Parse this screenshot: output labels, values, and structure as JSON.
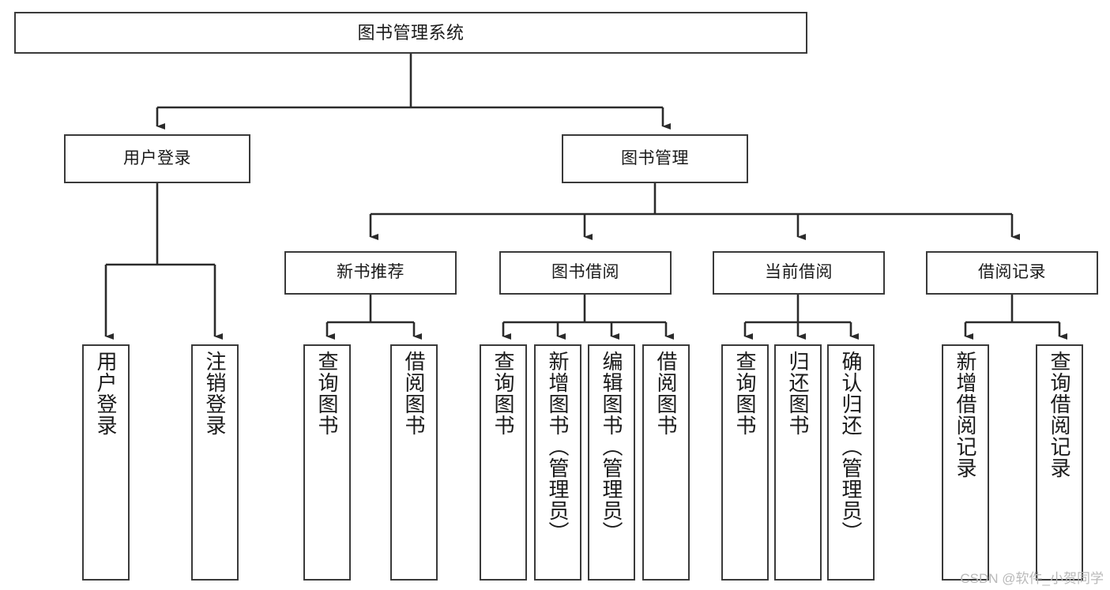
{
  "diagram": {
    "type": "tree-hierarchy-chart",
    "title": "图书管理系统",
    "watermark": "CSDN @软件_小贺同学",
    "colors": {
      "box_border": "#3a3a3a",
      "box_fill": "#ffffff",
      "connector": "#2b2b2b",
      "text": "#1a1a1a",
      "watermark": "#b9b9b9"
    },
    "nodes": {
      "root": {
        "label": "图书管理系统"
      },
      "level2": [
        {
          "id": "user-login",
          "label": "用户登录"
        },
        {
          "id": "book-management",
          "label": "图书管理"
        }
      ],
      "level3": [
        {
          "id": "new-book-recommend",
          "label": "新书推荐"
        },
        {
          "id": "book-borrow",
          "label": "图书借阅"
        },
        {
          "id": "current-borrow",
          "label": "当前借阅"
        },
        {
          "id": "borrow-record",
          "label": "借阅记录"
        }
      ],
      "leaves": {
        "user-login": [
          {
            "id": "leaf-user-login",
            "label": "用户登录"
          },
          {
            "id": "leaf-logout-login",
            "label": "注销登录"
          }
        ],
        "new-book-recommend": [
          {
            "id": "leaf-query-book-1",
            "label": "查询图书"
          },
          {
            "id": "leaf-borrow-book-1",
            "label": "借阅图书"
          }
        ],
        "book-borrow": [
          {
            "id": "leaf-query-book-2",
            "label": "查询图书"
          },
          {
            "id": "leaf-add-book",
            "label": "新增图书（管理员）"
          },
          {
            "id": "leaf-edit-book",
            "label": "编辑图书（管理员）"
          },
          {
            "id": "leaf-borrow-book-2",
            "label": "借阅图书"
          }
        ],
        "current-borrow": [
          {
            "id": "leaf-query-book-3",
            "label": "查询图书"
          },
          {
            "id": "leaf-return-book",
            "label": "归还图书"
          },
          {
            "id": "leaf-confirm-return",
            "label": "确认归还（管理员）"
          }
        ],
        "borrow-record": [
          {
            "id": "leaf-add-record",
            "label": "新增借阅记录"
          },
          {
            "id": "leaf-query-record",
            "label": "查询借阅记录"
          }
        ]
      }
    }
  }
}
